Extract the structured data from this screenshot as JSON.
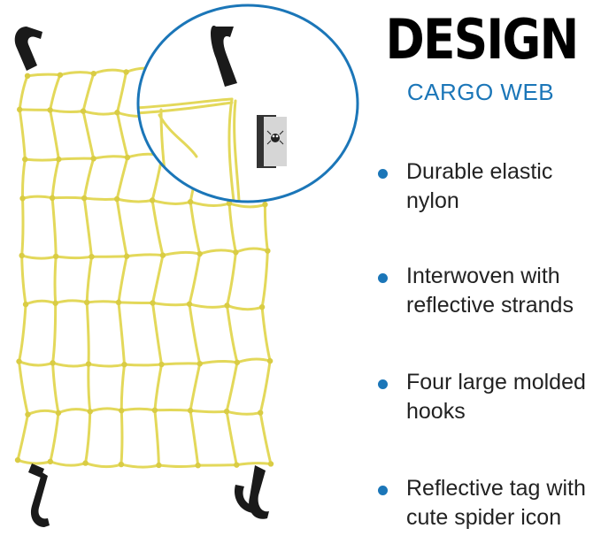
{
  "header": {
    "title": "DESIGN",
    "subtitle": "CARGO WEB"
  },
  "features": [
    {
      "text": "Durable elastic nylon",
      "icon": "bullet-dot"
    },
    {
      "text": "Interwoven with reflective strands",
      "icon": "bullet-dot"
    },
    {
      "text": "Four large molded hooks",
      "icon": "bullet-dot"
    },
    {
      "text": "Reflective tag with cute spider icon",
      "icon": "bullet-dot"
    }
  ],
  "colors": {
    "accent": "#1b76b8",
    "net": "#e3d85a",
    "hook": "#1a1a1a",
    "text": "#222222"
  }
}
